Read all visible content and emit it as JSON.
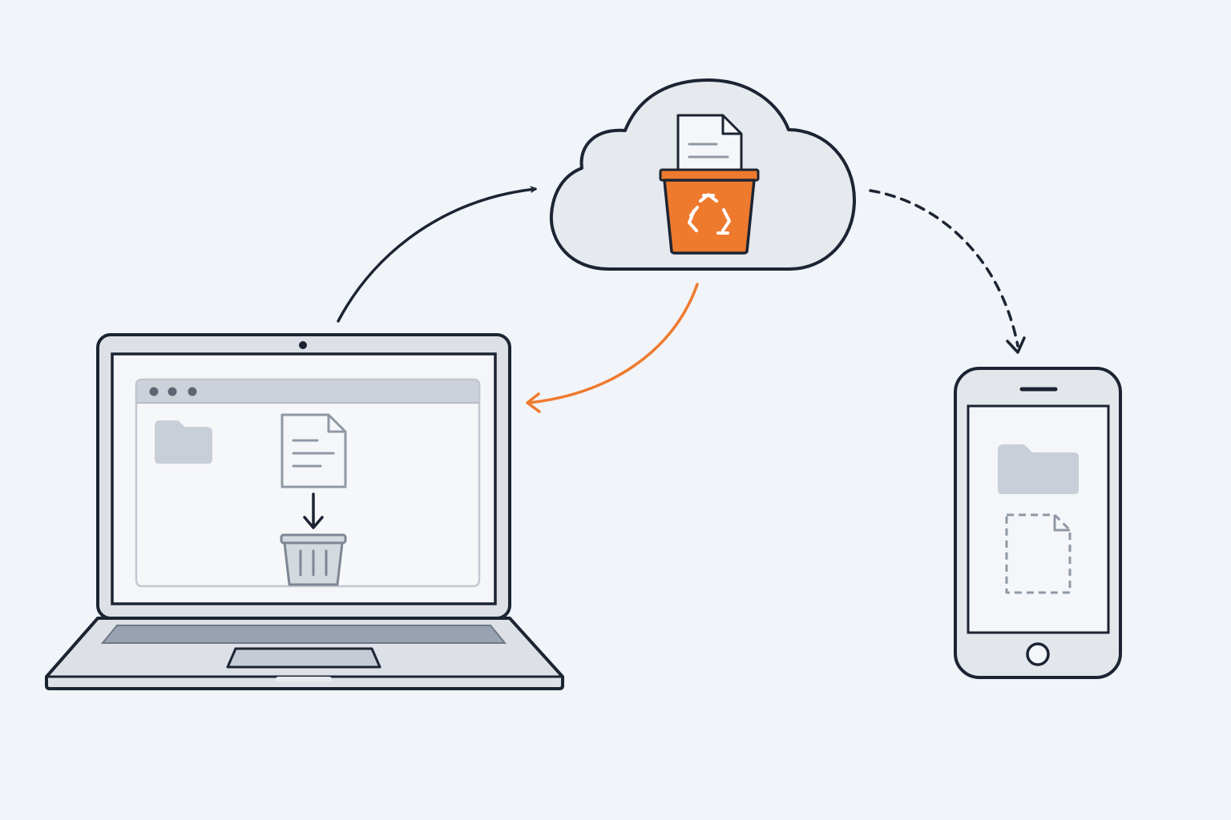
{
  "diagram": {
    "nodes": [
      {
        "id": "laptop",
        "icon": "laptop-icon",
        "contents": [
          "folder-icon",
          "document-icon",
          "trash-can-icon"
        ]
      },
      {
        "id": "cloud",
        "icon": "cloud-icon",
        "contents": [
          "document-icon",
          "recycle-bin-icon"
        ]
      },
      {
        "id": "phone",
        "icon": "smartphone-icon",
        "contents": [
          "folder-icon",
          "missing-document-icon"
        ]
      }
    ],
    "edges": [
      {
        "from": "laptop",
        "to": "cloud",
        "style": "solid",
        "color": "#1c2433"
      },
      {
        "from": "cloud",
        "to": "laptop",
        "style": "solid",
        "color": "#ee7a2e"
      },
      {
        "from": "cloud",
        "to": "phone",
        "style": "dashed",
        "color": "#1c2433"
      }
    ]
  },
  "colors": {
    "background": "#f1f4f8",
    "outline": "#1c2433",
    "accent": "#ee7a2e",
    "device_fill": "#dde1e7",
    "screen_fill": "#f4f6f9",
    "muted": "#c9cfd8",
    "muted_stroke": "#8f98a5"
  }
}
